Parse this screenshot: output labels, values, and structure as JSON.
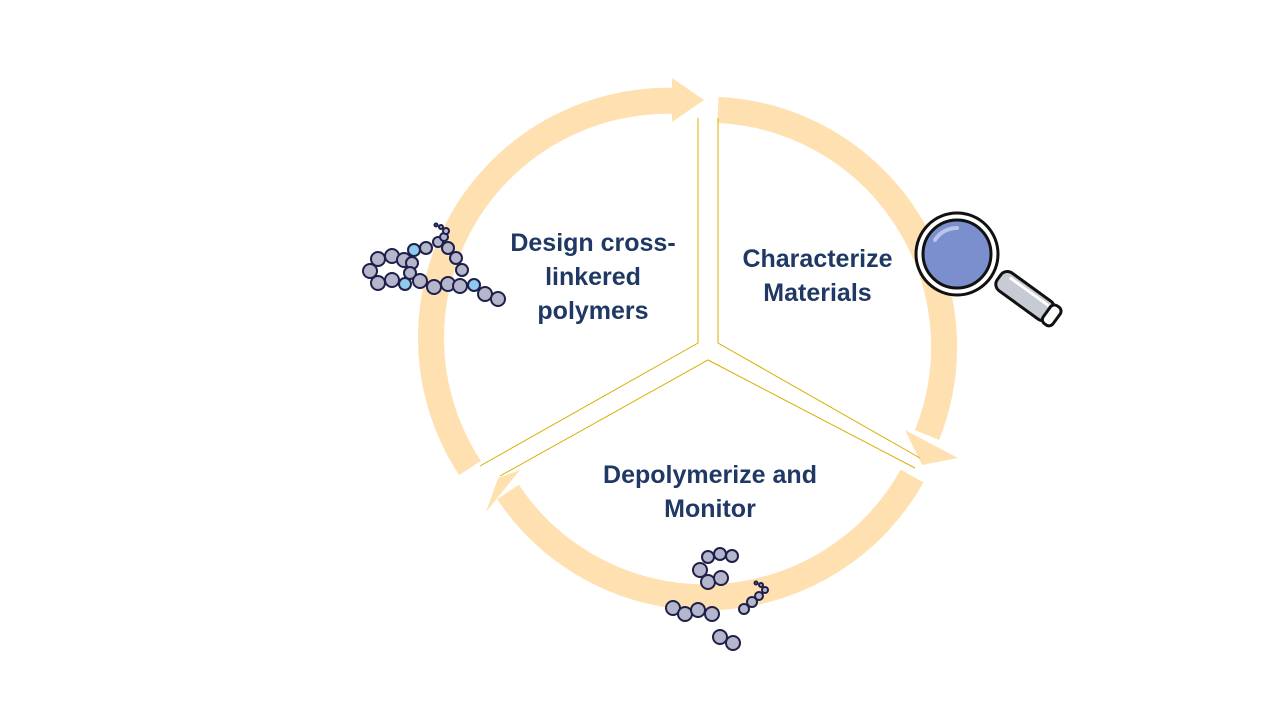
{
  "diagram": {
    "type": "cycle",
    "colors": {
      "arrow": "#ffe0b0",
      "divider": "#d8b000",
      "text": "#1f3864",
      "bead_fill": "#b4b6cc",
      "bead_stroke": "#1f1f4a",
      "bead_highlight": "#8ec9ee",
      "lens": "#7b8fce",
      "handle": "#c7cbd4"
    },
    "steps": [
      {
        "id": "design",
        "lines": [
          "Design cross-",
          "linkered",
          "polymers"
        ],
        "icon": "crosslinked-polymer-icon"
      },
      {
        "id": "characterize",
        "lines": [
          "Characterize",
          "Materials"
        ],
        "icon": "magnifying-glass-icon"
      },
      {
        "id": "depolymerize",
        "lines": [
          "Depolymerize and",
          "Monitor"
        ],
        "icon": "polymer-fragments-icon"
      }
    ]
  }
}
